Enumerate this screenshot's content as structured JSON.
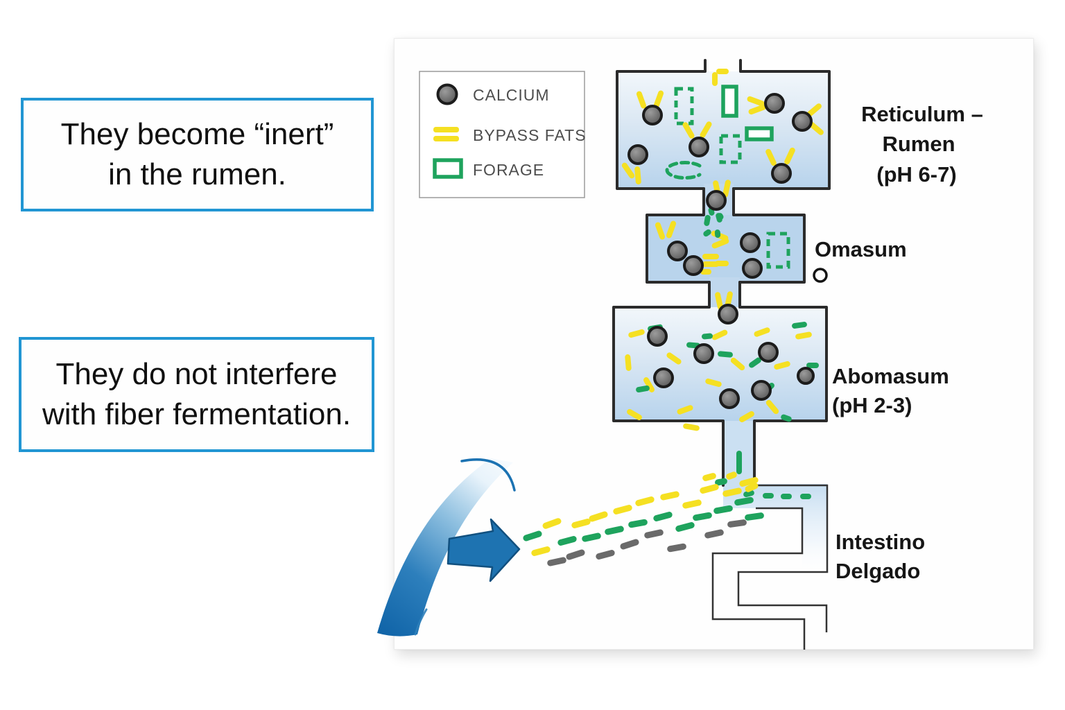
{
  "colors": {
    "fat": "#f5e022",
    "forage": "#1ea35d",
    "gray": "#6a6a6a",
    "outline": "#2b2b2b",
    "callout-border": "#2196d3",
    "arrow-fill": "#1e73b1",
    "arrow-stroke": "#11507f",
    "calcium": "#6b6b6b",
    "lumen-blue": "#b9d4ec"
  },
  "callouts": [
    {
      "lines": [
        "They become “inert”",
        "in the rumen."
      ]
    },
    {
      "lines": [
        "They do not interfere",
        "with fiber fermentation."
      ]
    }
  ],
  "legend": {
    "items": [
      {
        "label": "CALCIUM"
      },
      {
        "label": "BYPASS FATS"
      },
      {
        "label": "FORAGE"
      }
    ]
  },
  "diagram": {
    "labels": {
      "rumen": [
        "Reticulum –",
        "Rumen",
        "(pH 6-7)"
      ],
      "omasum": "Omasum",
      "abomasum": [
        "Abomasum",
        "(pH 2-3)"
      ],
      "intestine": [
        "Intestino",
        "Delgado"
      ]
    },
    "particles": {
      "calcium": [
        [
          373,
          111
        ],
        [
          549,
          94
        ],
        [
          589,
          120
        ],
        [
          440,
          157
        ],
        [
          352,
          168
        ],
        [
          559,
          195
        ],
        [
          465,
          234
        ],
        [
          409,
          307
        ],
        [
          432,
          328
        ],
        [
          514,
          295
        ],
        [
          517,
          332
        ],
        [
          482,
          398
        ],
        [
          380,
          430
        ],
        [
          447,
          455
        ],
        [
          540,
          453
        ],
        [
          594,
          487,
          11
        ],
        [
          389,
          490
        ],
        [
          530,
          508
        ],
        [
          484,
          520
        ]
      ],
      "sticks": [
        [
          357,
          89,
          70,
          "f"
        ],
        [
          382,
          88,
          -70,
          "f"
        ],
        [
          522,
          91,
          20,
          "f"
        ],
        [
          524,
          103,
          -20,
          "f"
        ],
        [
          606,
          104,
          -40,
          "f"
        ],
        [
          609,
          130,
          40,
          "f"
        ],
        [
          425,
          133,
          60,
          "f"
        ],
        [
          450,
          132,
          -60,
          "f"
        ],
        [
          338,
          191,
          55,
          "f"
        ],
        [
          352,
          198,
          85,
          "f"
        ],
        [
          544,
          172,
          65,
          "f"
        ],
        [
          571,
          170,
          -65,
          "f"
        ],
        [
          474,
          48,
          0,
          "f",
          18
        ],
        [
          463,
          59,
          90,
          "f",
          20
        ],
        [
          466,
          218,
          78,
          "f"
        ],
        [
          480,
          217,
          -78,
          "f"
        ],
        [
          384,
          278,
          70,
          "f"
        ],
        [
          400,
          276,
          -70,
          "f"
        ],
        [
          470,
          285,
          22,
          "f"
        ],
        [
          471,
          296,
          -22,
          "f"
        ],
        [
          457,
          315,
          0,
          "f",
          24
        ],
        [
          457,
          326,
          0,
          "f",
          24
        ],
        [
          450,
          337,
          0,
          "f",
          16
        ],
        [
          473,
          325,
          0,
          "f",
          20
        ],
        [
          469,
          379,
          78,
          "f"
        ],
        [
          483,
          378,
          -78,
          "f"
        ],
        [
          350,
          426,
          -15,
          "f",
          24
        ],
        [
          338,
          468,
          85,
          "f",
          24
        ],
        [
          404,
          462,
          35,
          "f",
          24
        ],
        [
          347,
          543,
          30,
          "f",
          24
        ],
        [
          420,
          536,
          -20,
          "f",
          24
        ],
        [
          470,
          428,
          -25,
          "f",
          24
        ],
        [
          496,
          470,
          40,
          "f",
          24
        ],
        [
          461,
          497,
          15,
          "f",
          24
        ],
        [
          560,
          472,
          -15,
          "f",
          24
        ],
        [
          591,
          429,
          -10,
          "f",
          24
        ],
        [
          546,
          532,
          50,
          "f",
          24
        ],
        [
          429,
          561,
          10,
          "f",
          24
        ],
        [
          509,
          546,
          -30,
          "f",
          24
        ],
        [
          531,
          424,
          -20,
          "f",
          24
        ],
        [
          368,
          500,
          60,
          "f",
          24
        ],
        [
          452,
          263,
          100,
          "g",
          16
        ],
        [
          469,
          259,
          75,
          "g",
          14
        ],
        [
          452,
          281,
          -35,
          "g",
          12
        ],
        [
          467,
          282,
          85,
          "g",
          12
        ],
        [
          458,
          250,
          75,
          "g",
          12
        ],
        [
          471,
          257,
          60,
          "g",
          10
        ],
        [
          377,
          418,
          -10,
          "g",
          22
        ],
        [
          432,
          443,
          5,
          "g",
          20
        ],
        [
          478,
          456,
          5,
          "g",
          22
        ],
        [
          521,
          468,
          -35,
          "g",
          20
        ],
        [
          585,
          414,
          -8,
          "g",
          22
        ],
        [
          604,
          472,
          0,
          "g",
          18
        ],
        [
          540,
          506,
          -45,
          "g",
          22
        ],
        [
          359,
          506,
          -10,
          "g",
          20
        ],
        [
          566,
          548,
          20,
          "g",
          16
        ],
        [
          452,
          430,
          -5,
          "g",
          16
        ],
        [
          498,
          612,
          90,
          "g",
          34
        ],
        [
          540,
          660,
          0,
          "g",
          16
        ],
        [
          566,
          661,
          0,
          "g",
          16
        ],
        [
          594,
          661,
          0,
          "g",
          16
        ],
        [
          512,
          657,
          -15,
          "g",
          16
        ]
      ],
      "forage_rects": [
        [
          407,
          73,
          23,
          50,
          1
        ],
        [
          475,
          70,
          19,
          42,
          0
        ],
        [
          509,
          130,
          36,
          16,
          0
        ],
        [
          472,
          141,
          27,
          38,
          1
        ],
        [
          540,
          282,
          29,
          48,
          1
        ]
      ],
      "stream": [
        [
          516,
          648,
          -25,
          "f",
          20
        ],
        [
          455,
          633,
          -15,
          "f",
          20
        ],
        [
          472,
          640,
          -10,
          "g",
          18
        ],
        [
          487,
          631,
          -20,
          "f",
          16
        ],
        [
          200,
          718,
          -18,
          "g"
        ],
        [
          212,
          740,
          -15,
          "f"
        ],
        [
          228,
          700,
          -20,
          "f"
        ],
        [
          235,
          755,
          -12,
          "k"
        ],
        [
          250,
          725,
          -15,
          "g"
        ],
        [
          262,
          745,
          -18,
          "k"
        ],
        [
          270,
          700,
          -15,
          "f"
        ],
        [
          285,
          720,
          -12,
          "g"
        ],
        [
          295,
          690,
          -18,
          "f"
        ],
        [
          305,
          745,
          -15,
          "k"
        ],
        [
          318,
          710,
          -12,
          "g"
        ],
        [
          330,
          680,
          -15,
          "f"
        ],
        [
          340,
          730,
          -18,
          "k"
        ],
        [
          352,
          700,
          -10,
          "g"
        ],
        [
          362,
          668,
          -15,
          "f"
        ],
        [
          375,
          715,
          -12,
          "k"
        ],
        [
          388,
          690,
          -15,
          "g"
        ],
        [
          398,
          660,
          -12,
          "f"
        ],
        [
          408,
          735,
          -10,
          "k"
        ],
        [
          420,
          705,
          -15,
          "g"
        ],
        [
          430,
          672,
          -12,
          "f"
        ],
        [
          445,
          690,
          -10,
          "g"
        ],
        [
          455,
          650,
          -15,
          "f"
        ],
        [
          462,
          715,
          -12,
          "k"
        ],
        [
          475,
          680,
          -10,
          "g"
        ],
        [
          488,
          655,
          -12,
          "f"
        ],
        [
          495,
          700,
          -8,
          "k"
        ],
        [
          505,
          668,
          -10,
          "g"
        ],
        [
          512,
          640,
          -15,
          "f"
        ],
        [
          520,
          690,
          -8,
          "g"
        ]
      ]
    }
  }
}
